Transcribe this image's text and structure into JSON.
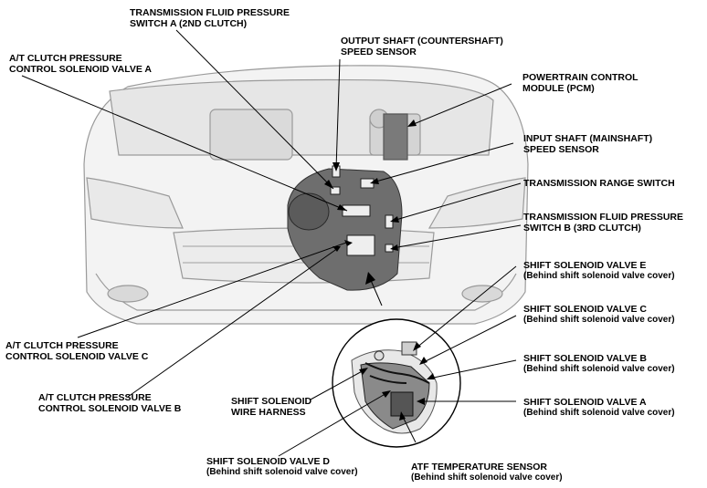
{
  "labels": {
    "tfp_switch_a": {
      "line1": "TRANSMISSION FLUID PRESSURE",
      "line2": "SWITCH A (2ND CLUTCH)"
    },
    "at_clutch_a": {
      "line1": "A/T CLUTCH PRESSURE",
      "line2": "CONTROL SOLENOID VALVE A"
    },
    "output_shaft": {
      "line1": "OUTPUT SHAFT (COUNTERSHAFT)",
      "line2": "SPEED SENSOR"
    },
    "pcm": {
      "line1": "POWERTRAIN CONTROL",
      "line2": "MODULE (PCM)"
    },
    "input_shaft": {
      "line1": "INPUT SHAFT (MAINSHAFT)",
      "line2": "SPEED SENSOR"
    },
    "range_switch": {
      "line1": "TRANSMISSION RANGE SWITCH"
    },
    "tfp_switch_b": {
      "line1": "TRANSMISSION FLUID PRESSURE",
      "line2": "SWITCH B (3RD CLUTCH)"
    },
    "shift_e": {
      "line1": "SHIFT SOLENOID VALVE E",
      "line2": "(Behind shift solenoid valve cover)"
    },
    "shift_c": {
      "line1": "SHIFT SOLENOID VALVE C",
      "line2": "(Behind shift solenoid valve cover)"
    },
    "shift_b": {
      "line1": "SHIFT SOLENOID VALVE B",
      "line2": "(Behind shift solenoid valve cover)"
    },
    "shift_a": {
      "line1": "SHIFT SOLENOID VALVE A",
      "line2": "(Behind shift solenoid valve cover)"
    },
    "at_clutch_c": {
      "line1": "A/T CLUTCH PRESSURE",
      "line2": "CONTROL SOLENOID VALVE C"
    },
    "at_clutch_b": {
      "line1": "A/T CLUTCH PRESSURE",
      "line2": "CONTROL SOLENOID VALVE B"
    },
    "wire_harness": {
      "line1": "SHIFT SOLENOID",
      "line2": "WIRE HARNESS"
    },
    "shift_d": {
      "line1": "SHIFT SOLENOID VALVE D",
      "line2": "(Behind shift solenoid valve cover)"
    },
    "atf_temp": {
      "line1": "ATF TEMPERATURE SENSOR",
      "line2": "(Behind shift solenoid valve cover)"
    }
  },
  "colors": {
    "ink": "#000000",
    "car_line": "#9a9a9a",
    "car_fill": "#f2f2f2",
    "trans_fill": "#6e6e6e"
  }
}
